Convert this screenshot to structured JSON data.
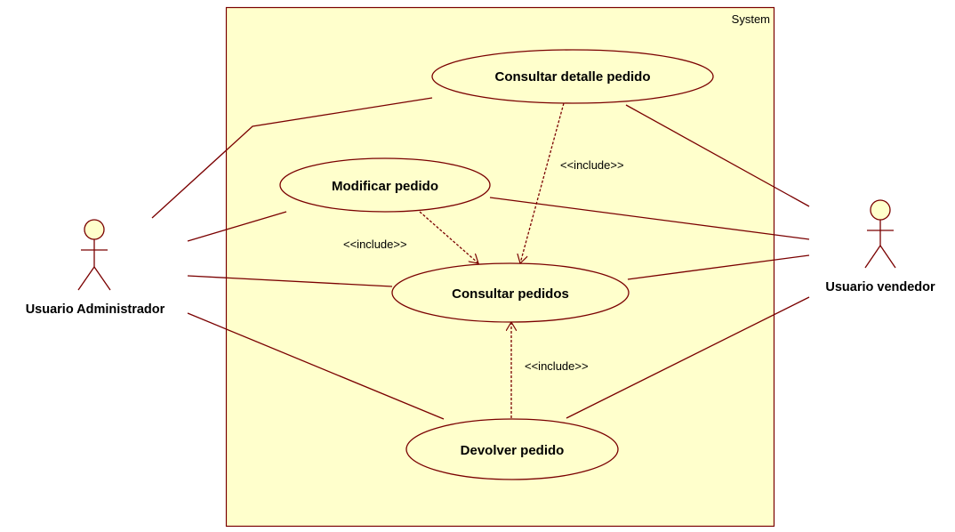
{
  "colors": {
    "line": "#7a0000",
    "fill": "#ffffcc",
    "text": "#000000"
  },
  "system": {
    "label": "System"
  },
  "use_cases": {
    "consultar_detalle": "Consultar detalle pedido",
    "modificar": "Modificar pedido",
    "consultar_pedidos": "Consultar pedidos",
    "devolver": "Devolver pedido"
  },
  "actors": {
    "admin": "Usuario Administrador",
    "vendedor": "Usuario vendedor"
  },
  "relations": {
    "include_detalle": "<<include>>",
    "include_modificar": "<<include>>",
    "include_devolver": "<<include>>"
  }
}
